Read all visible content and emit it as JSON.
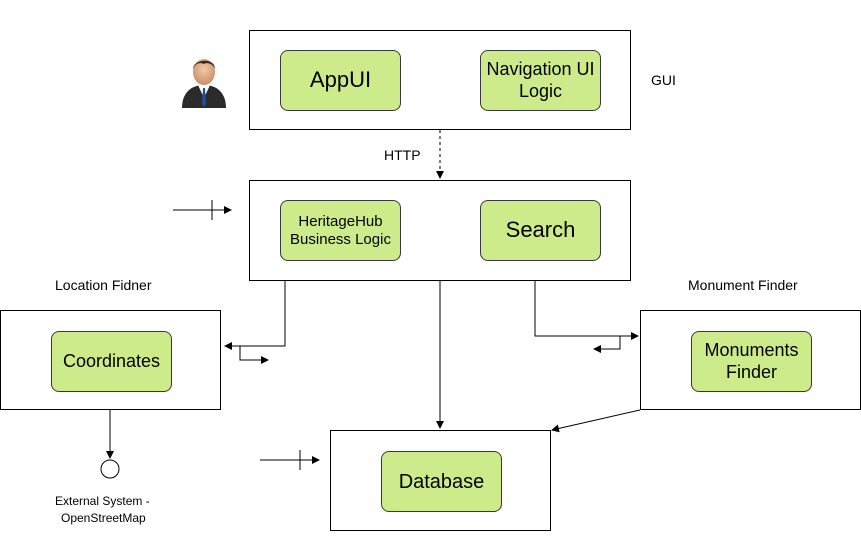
{
  "gui": {
    "label": "GUI",
    "appui": "AppUI",
    "nav": [
      "Navigation UI",
      "Logic"
    ]
  },
  "http_label": "HTTP",
  "business": {
    "heritage": [
      "HeritageHub",
      "Business Logic"
    ],
    "search": "Search"
  },
  "location": {
    "label": "Location Fidner",
    "coordinates": "Coordinates"
  },
  "monument": {
    "label": "Monument Finder",
    "finder": [
      "Monuments",
      "Finder"
    ]
  },
  "database": {
    "db": "Database"
  },
  "external": [
    "External System -",
    "OpenStreetMap"
  ],
  "icons": {
    "user": "user-icon"
  },
  "colors": {
    "component_fill": "#cdeb8b",
    "component_border": "#36393d"
  }
}
